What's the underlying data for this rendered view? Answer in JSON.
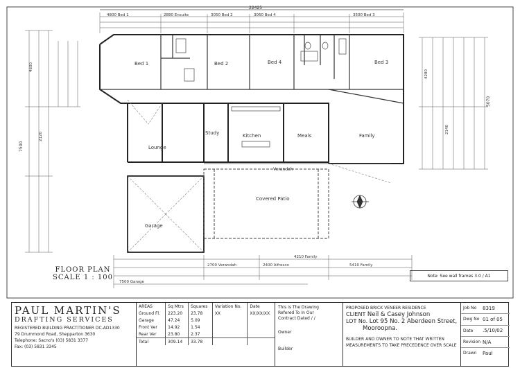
{
  "plan": {
    "overall_dim": "22425",
    "rooms": {
      "bed1": "Bed 1",
      "bed2": "Bed 2",
      "bed4": "Bed 4",
      "bed3": "Bed 3",
      "study": "Study",
      "kitchen": "Kitchen",
      "meals": "Meals",
      "family": "Family",
      "lounge": "Lounge",
      "garage": "Garage",
      "covered_patio": "Covered Patio",
      "verandah": "Verandah"
    },
    "top_dims": [
      "4800 Bed 1",
      "2880 Ensuite",
      "3050 Bed 2",
      "3060 Bed 4",
      "3500 Bed 3"
    ],
    "side_dims_left": [
      "4600",
      "2120",
      "7500"
    ],
    "side_dims_right": [
      "4280",
      "2140",
      "5070"
    ],
    "bottom_dims": [
      "2700 Verandah",
      "2400 Alfresco",
      "4210 Family",
      "5410 Family",
      "7500 Garage"
    ],
    "floor_plan_label": "FLOOR PLAN",
    "scale_label": "SCALE 1 : 100",
    "note": "Note: See wall frames 3.0 / A1"
  },
  "company": {
    "name": "PAUL MARTIN'S",
    "sub": "DRAFTING SERVICES",
    "reg": "REGISTERED BUILDING PRACTITIONER DC-AD1330",
    "address": "79 Drummond Road, Shepparton 3630",
    "phone": "Telephone: Sacno's (03) 5831 3377",
    "fax": "Fax: (03) 5831 3345"
  },
  "areas": {
    "headers": [
      "AREAS",
      "Sq Mtrs",
      "Squares",
      "Variation No.",
      "Date"
    ],
    "rows": [
      [
        "Ground Fl.",
        "223.20",
        "23.78",
        "XX",
        "XX/XX/XX"
      ],
      [
        "Garage",
        "47.24",
        "5.09",
        "",
        ""
      ],
      [
        "Front Ver",
        "14.92",
        "1.54",
        "",
        ""
      ],
      [
        "Rear Ver",
        "23.80",
        "2.37",
        "",
        ""
      ]
    ],
    "total": [
      "Total",
      "309.14",
      "33.78",
      "",
      ""
    ]
  },
  "drawing": {
    "line1": "This is The Drawing",
    "line2": "Refered To In Our",
    "line3": "Contract Dated   /   /",
    "owner": "Owner",
    "builder": "Builder"
  },
  "project": {
    "title": "PROPOSED BRICK VENEER RESIDENCE",
    "client_label": "CLIENT",
    "client": "Neil & Casey Johnson",
    "lot_label": "LOT No.",
    "lot": "Lot 95 No. 2 Aberdeen Street,",
    "town": "Mooroopna.",
    "note1": "BUILDER AND OWNER TO NOTE THAT WRITTEN",
    "note2": "MEASUREMENTS TO TAKE PRECEDENCE OVER SCALE"
  },
  "meta": [
    {
      "k": "Job No",
      "v": "8319"
    },
    {
      "k": "Dwg No",
      "v": "01 of 05"
    },
    {
      "k": "Date",
      "v": ".5/10/02"
    },
    {
      "k": "Revision",
      "v": "N/A"
    },
    {
      "k": "Drawn",
      "v": "Paul"
    }
  ]
}
